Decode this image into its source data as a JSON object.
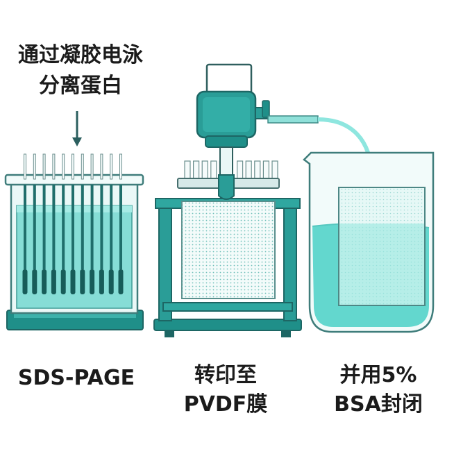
{
  "intro_text": [
    "通过凝胶电泳",
    "分离蛋白"
  ],
  "steps": [
    {
      "label_lines": [
        "SDS-PAGE"
      ]
    },
    {
      "label_lines": [
        "转印至",
        "PVDF膜"
      ]
    },
    {
      "label_lines": [
        "并用5%",
        "BSA封闭"
      ]
    }
  ],
  "colors": {
    "teal_dark": "#1a8c88",
    "teal_base": "#2a9d97",
    "teal_light": "#aeece6",
    "liquid": "#8fe5de",
    "outline": "#276a68",
    "text": "#1b1b1b"
  }
}
